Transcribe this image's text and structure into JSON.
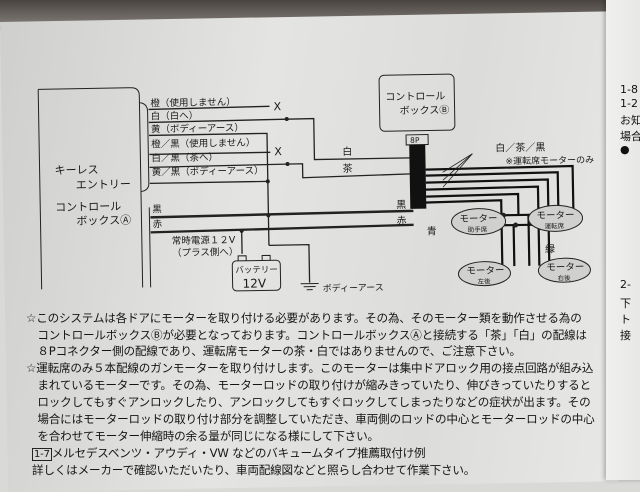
{
  "control_box_a": {
    "line1": "キーレス",
    "line2": "エントリー",
    "line3": "コントロール",
    "line4": "ボックスⒶ"
  },
  "wires": [
    {
      "label": "橙（使用しません）",
      "end": "X"
    },
    {
      "label": "白（白へ）"
    },
    {
      "label": "黄（ボディーアース）"
    },
    {
      "label": "橙／黒（使用しません）",
      "end": "X"
    },
    {
      "label": "白／黒（茶へ）"
    },
    {
      "label": "黄／黒（ボディーアース）"
    },
    {
      "label": "黒"
    },
    {
      "label": "赤"
    }
  ],
  "power": {
    "line1": "常時電源１２V",
    "line2": "（プラス側へ）"
  },
  "battery": {
    "label": "バッテリー",
    "voltage": "12V"
  },
  "ground": {
    "label": "ボディーアース"
  },
  "control_box_b": {
    "line1": "コントロール",
    "line2": "ボックスⒷ",
    "connector": "8P"
  },
  "b_wires": {
    "white": "白",
    "brown": "茶",
    "black": "黒",
    "red": "赤",
    "blue": "青",
    "green": "緑",
    "bundle": "白／茶／黒",
    "note": "※運転席モーターのみ"
  },
  "motors": [
    {
      "label": "モーター",
      "position": "助手席"
    },
    {
      "label": "モーター",
      "position": "運転席"
    },
    {
      "label": "モーター",
      "position": "左後"
    },
    {
      "label": "モーター",
      "position": "右後"
    }
  ],
  "notes": [
    "☆このシステムは各ドアにモーターを取り付ける必要があります。その為、そのモーター類を動作させる為の",
    "　コントロールボックスⒷが必要となっております。コントロールボックスⒶと接続する「茶」「白」の配線は",
    "　８Pコネクター側の配線であり、運転席モーターの茶・白ではありませんので、ご注意下さい。",
    "☆運転席のみ５本配線のガンモーターを取り付けします。このモーターは集中ドアロック用の接点回路が組み込",
    "　まれているモーターです。その為、モーターロッドの取り付けが縮みきっていたり、伸びきっていたりすると",
    "　ロックしてもすぐアンロックしたり、アンロックしてもすぐロックしてしまったりなどの症状が出ます。その",
    "　場合にはモーターロッドの取り付け部分を調整していただき、車両側のロッドの中心とモーターロッドの中心",
    "　を合わせてモーター伸縮時の余る量が同じになる様にして下さい。"
  ],
  "section": {
    "number": "1-7",
    "title": "メルセデスベンツ・アウディ・VW などのバキュームタイプ推薦取付け例",
    "body": "詳しくはメーカーで確認いただいたり、車両配線図などと照らし合わせて作業下さい。"
  },
  "right_page": [
    "1-8",
    "1-2",
    "お知",
    "場合",
    "●",
    "2-",
    "下",
    "ト",
    "接"
  ]
}
